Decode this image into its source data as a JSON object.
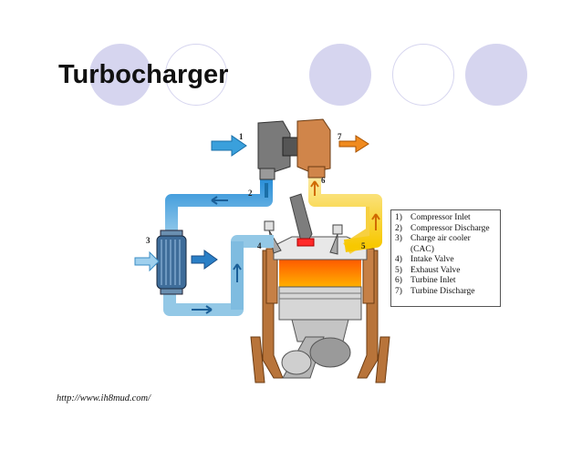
{
  "slide": {
    "title": "Turbocharger",
    "source_url": "http://www.ih8mud.com/"
  },
  "colors": {
    "accent_circle": "#d6d5ef",
    "cold_air": "#3aa0dc",
    "hot_exhaust": "#f5c020",
    "combustion": "#ff7a00"
  },
  "diagram": {
    "markers": [
      "1",
      "2",
      "3",
      "4",
      "5",
      "6",
      "7"
    ],
    "legend": [
      {
        "num": "1)",
        "text": "Compressor Inlet"
      },
      {
        "num": "2)",
        "text": "Compressor Discharge"
      },
      {
        "num": "3)",
        "text": "Charge air cooler"
      },
      {
        "num": "",
        "text": "(CAC)",
        "continued": true
      },
      {
        "num": "4)",
        "text": "Intake Valve"
      },
      {
        "num": "5)",
        "text": "Exhaust Valve"
      },
      {
        "num": "6)",
        "text": "Turbine Inlet"
      },
      {
        "num": "7)",
        "text": "Turbine Discharge"
      }
    ]
  }
}
